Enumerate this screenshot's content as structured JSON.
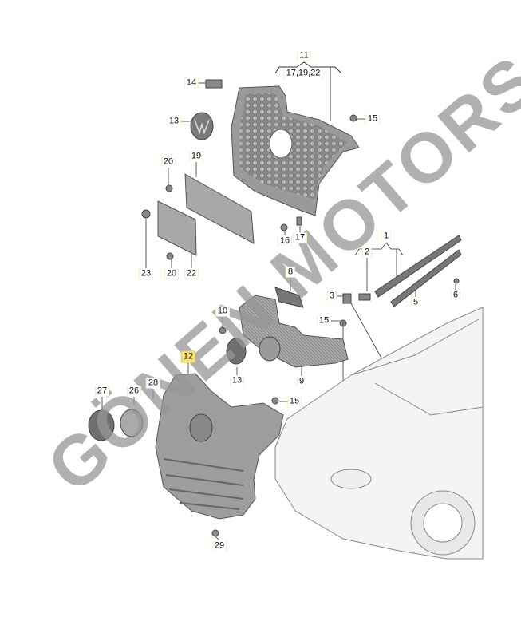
{
  "watermark": "GÖNEN MOTORS",
  "colors": {
    "part": "#9a9a9a",
    "part_dark": "#6e6e6e",
    "highlight": "#f7e27a",
    "line": "#333333"
  },
  "group": {
    "number": "11",
    "sub": "17,19,22"
  },
  "labels": {
    "l14": "14",
    "l13a": "13",
    "l15a": "15",
    "l20a": "20",
    "l19": "19",
    "l16": "16",
    "l17": "17",
    "l23": "23",
    "l20b": "20",
    "l22": "22",
    "l1": "1",
    "l2": "2",
    "l8": "8",
    "l3": "3",
    "l5": "5",
    "l6": "6",
    "l10": "10",
    "l15b": "15",
    "l12": "12",
    "l13b": "13",
    "l9": "9",
    "l27": "27",
    "l26": "26",
    "l28": "28",
    "l15c": "15",
    "l29": "29"
  }
}
